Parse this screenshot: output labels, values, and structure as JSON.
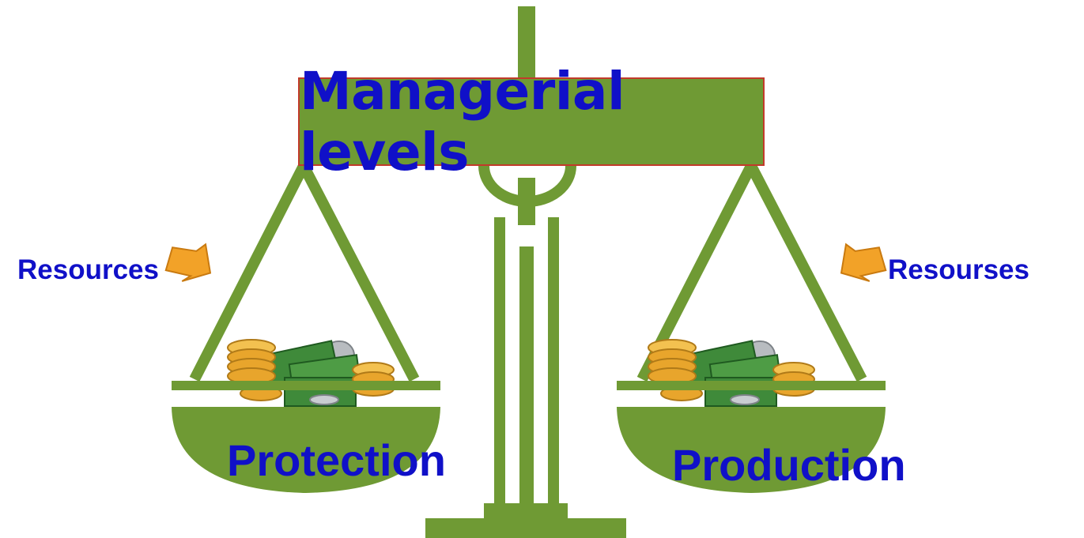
{
  "title": "Managerial levels",
  "left_pan": {
    "resource_label": "Resources",
    "pan_label": "Protection"
  },
  "right_pan": {
    "resource_label": "Resourses",
    "pan_label": "Production"
  },
  "colors": {
    "scale_green": "#6f9a34",
    "title_border": "#c23a2a",
    "text_blue": "#1010c8",
    "arrow_orange": "#f2a228",
    "coin_gold": "#e8a52c",
    "bill_green": "#3f8a3a"
  },
  "icons": [
    "money-pile-icon",
    "orange-arrow-icon"
  ]
}
